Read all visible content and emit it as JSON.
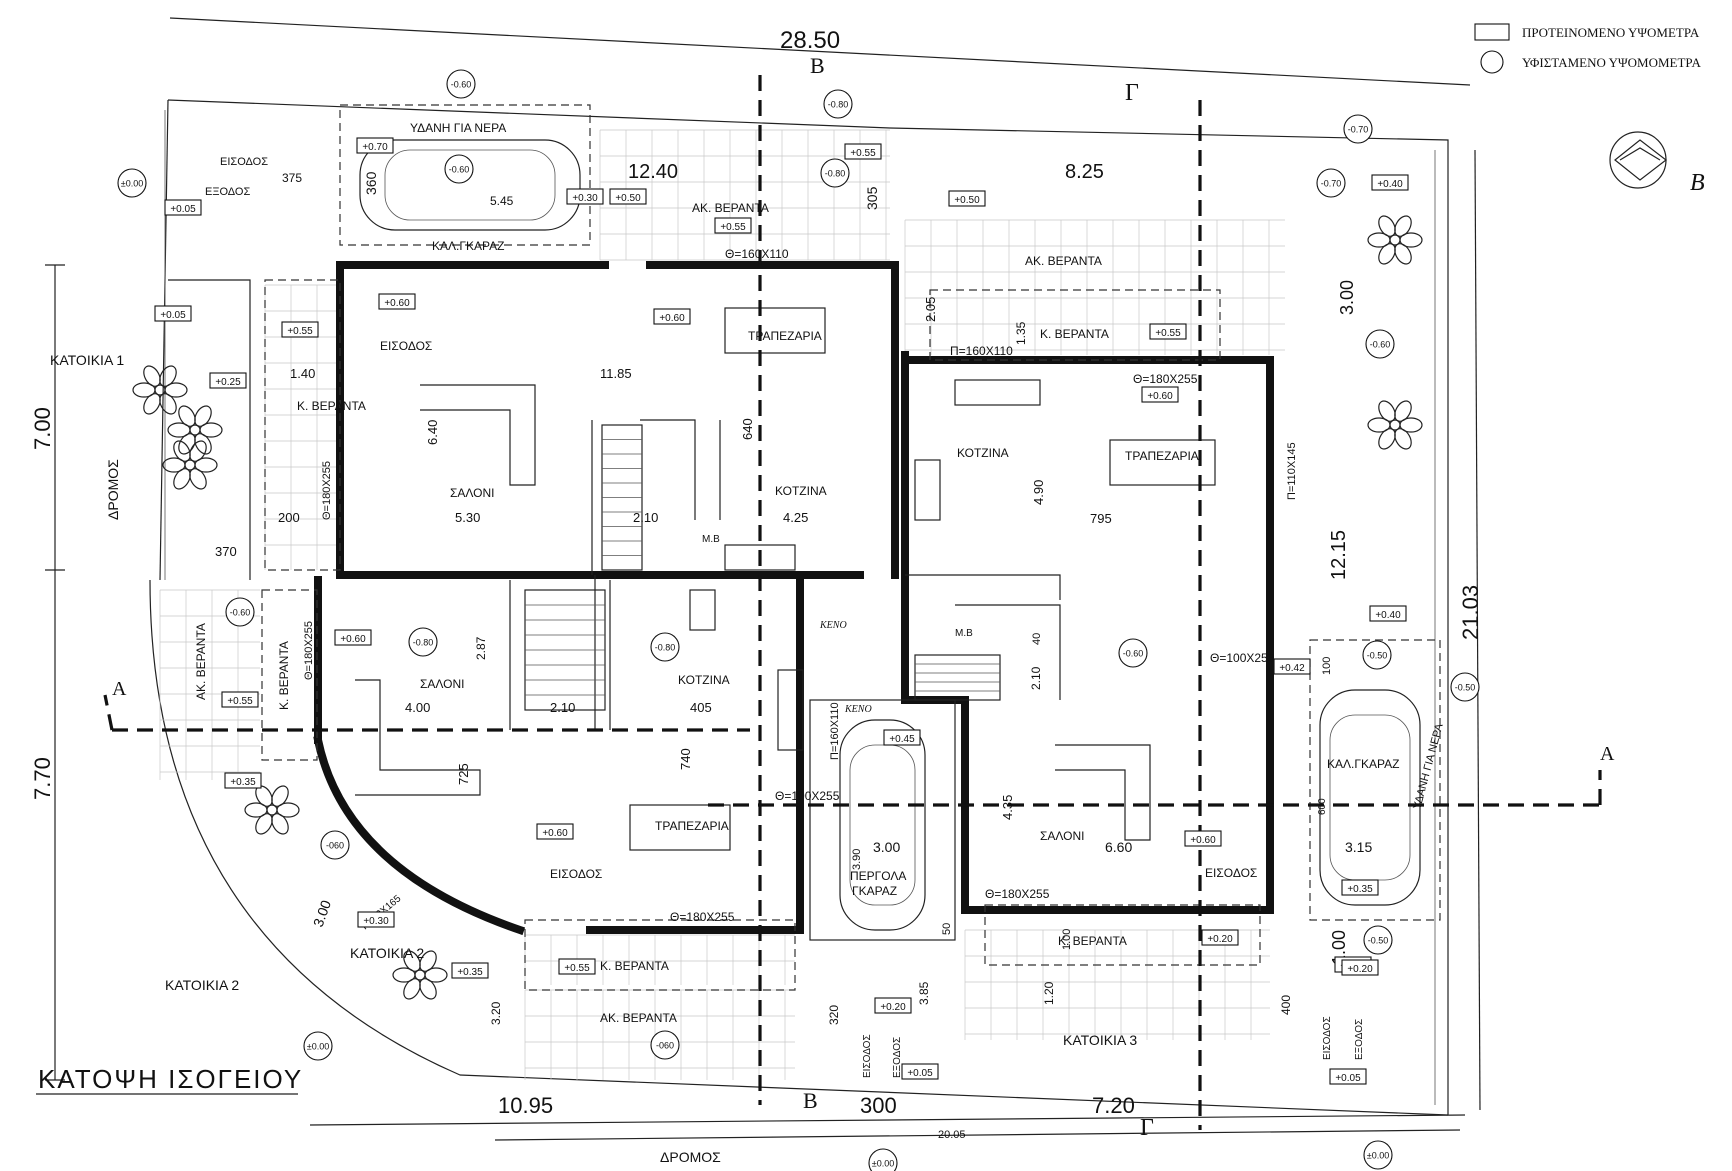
{
  "legend": {
    "proposed": "ΠΡΟΤΕΙΝΟΜΕΝΟ ΥΨΟΜΕΤΡΑ",
    "existing": "ΥΦΙΣΤΑΜΕΝΟ ΥΨΟΜΟΜΕΤΡΑ"
  },
  "title": "ΚΑΤΟΨΗ ΙΣΟΓΕΙΟΥ",
  "north_label": "Β",
  "sections": {
    "a": "A",
    "b": "B",
    "g": "Γ"
  },
  "dims": {
    "top_total": "28.50",
    "top_left": "12.40",
    "top_right": "8.25",
    "left_upper": "7.00",
    "left_lower": "7.70",
    "right_total": "21.03",
    "right_mid": "12.15",
    "right_top": "3.00",
    "right_bottom": "1.00",
    "bottom_left": "10.95",
    "bottom_mid": "300",
    "bottom_right": "7.20",
    "bottom_total": "20.05",
    "d_375": "375",
    "d_360": "360",
    "d_545": "5.45",
    "d_305": "305",
    "d_205": "2.05",
    "d_135": "1.35",
    "d_140": "1.40",
    "d_1185": "11.85",
    "d_640a": "6.40",
    "d_640b": "640",
    "d_530": "5.30",
    "d_200": "200",
    "d_370": "370",
    "d_210a": "2.10",
    "d_425": "4.25",
    "d_490": "4.90",
    "d_795": "795",
    "d_287": "2.87",
    "d_400": "4.00",
    "d_210b": "2.10",
    "d_405": "405",
    "d_725": "725",
    "d_740": "740",
    "d_300p": "3.00",
    "d_390": "3.90",
    "d_435": "4.35",
    "d_660": "6.60",
    "d_315": "3.15",
    "d_100": "100",
    "d_600": "600",
    "d_300s": "3.00",
    "d_320a": "3.20",
    "d_320b": "320",
    "d_385": "3.85",
    "d_400b": "400",
    "d_120": "1.20",
    "d_100b": "1.00",
    "d_210c": "2.10",
    "d_50": "50",
    "d_40": "40"
  },
  "labels": {
    "streets": {
      "left": "ΔΡΟΜΟΣ",
      "bottom": "ΔΡΟΜΟΣ"
    },
    "houses": {
      "h1": "ΚΑΤΟΙΚΙΑ 1",
      "h2a": "ΚΑΤΟΙΚΙΑ 2",
      "h2b": "ΚΑΤΟΙΚΙΑ 2",
      "h3": "ΚΑΤΟΙΚΙΑ 3"
    },
    "entrances": {
      "e1": "ΕΙΣΟΔΟΣ",
      "e2": "ΕΞΟΔΟΣ",
      "e3": "ΕΙΣΟΔΟΣ",
      "e4": "ΕΙΣΟΔΟΣ",
      "e5": "ΕΙΣΟΔΟΣ",
      "v1": "ΕΙΣΟΔΟΣ",
      "v2": "ΕΞΟΔΟΣ",
      "v3": "ΕΙΣΟΔΟΣ",
      "v4": "ΕΞΟΔΟΣ"
    },
    "rooms": {
      "water_tank_top": "ΥΔΑΝΗ ΓΙΑ ΝΕΡΑ",
      "garage_top": "ΚΑΛ.ΓΚΑΡΑΖ",
      "ver_top": "ΑΚ. ΒΕΡΑΝΤΑ",
      "ver_top_r": "ΑΚ. ΒΕΡΑΝΤΑ",
      "ver_k_r": "Κ. ΒΕΡΑΝΤΑ",
      "ver_k_l": "Κ. ΒΕΡΑΝΤΑ",
      "salon1": "ΣΑΛΟΝΙ",
      "dining1": "ΤΡΑΠΕΖΑΡΙΑ",
      "kitchen1": "ΚΟΤΖΙΝΑ",
      "kitchen3": "ΚΟΤΖΙΝΑ",
      "dining3": "ΤΡΑΠΕΖΑΡΙΑ",
      "ver_ak_l": "ΑΚ. ΒΕΡΑΝΤΑ",
      "ver_k_l2": "Κ. ΒΕΡΑΝΤΑ",
      "salon2": "ΣΑΛΟΝΙ",
      "kitchen2": "ΚΟΤΖΙΝΑ",
      "dining2": "ΤΡΑΠΕΖΑΡΙΑ",
      "pergola1": "ΠΕΡΓΟΛΑ",
      "pergola2": "ΓΚΑΡΑΖ",
      "salon3": "ΣΑΛΟΝΙ",
      "garage_right": "ΚΑΛ.ΓΚΑΡΑΖ",
      "water_tank_right": "ΥΔΑΝΗ ΓΙΑ ΝΕΡΑ",
      "ver_k_b": "Κ. ΒΕΡΑΝΤΑ",
      "ver_ak_b": "ΑΚ. ΒΕΡΑΝΤΑ",
      "ver_k_b3": "Κ. ΒΕΡΑΝΤΑ",
      "keno1": "ΚΕΝΟ",
      "keno2": "ΚΕΝΟ",
      "mb1": "Μ.Β",
      "mb2": "Μ.Β"
    },
    "openings": {
      "o1": "Θ=160Χ110",
      "o2": "Π=160Χ110",
      "o3": "Θ=180Χ255",
      "o4": "Π=110Χ145",
      "o5": "Θ=180Χ255",
      "o6": "Θ=180Χ255",
      "o7": "Π=160Χ110",
      "o8": "Θ=100Χ255",
      "o9": "Θ=100Χ255",
      "o10": "Π=80Χ165",
      "o11": "Θ=180Χ255",
      "o12": "Θ=180Χ255"
    }
  },
  "levels_boxed": [
    {
      "id": "b1",
      "t": "+0.70"
    },
    {
      "id": "b2",
      "t": "+0.05"
    },
    {
      "id": "b3",
      "t": "+0.30"
    },
    {
      "id": "b4",
      "t": "+0.50"
    },
    {
      "id": "b5",
      "t": "+0.55"
    },
    {
      "id": "b6",
      "t": "+0.55"
    },
    {
      "id": "b7",
      "t": "+0.50"
    },
    {
      "id": "b8",
      "t": "+0.40"
    },
    {
      "id": "b9",
      "t": "+0.60"
    },
    {
      "id": "b10",
      "t": "+0.55"
    },
    {
      "id": "b11",
      "t": "+0.60"
    },
    {
      "id": "b12",
      "t": "+0.55"
    },
    {
      "id": "b13",
      "t": "+0.05"
    },
    {
      "id": "b14",
      "t": "+0.25"
    },
    {
      "id": "b15",
      "t": "+0.60"
    },
    {
      "id": "b16",
      "t": "+0.60"
    },
    {
      "id": "b17",
      "t": "+0.55"
    },
    {
      "id": "b18",
      "t": "+0.40"
    },
    {
      "id": "b19",
      "t": "+0.42"
    },
    {
      "id": "b20",
      "t": "+0.35"
    },
    {
      "id": "b21",
      "t": "+0.45"
    },
    {
      "id": "b22",
      "t": "+0.60"
    },
    {
      "id": "b23",
      "t": "+0.60"
    },
    {
      "id": "b24",
      "t": "+0.30"
    },
    {
      "id": "b25",
      "t": "+0.35"
    },
    {
      "id": "b26",
      "t": "+0.35"
    },
    {
      "id": "b27",
      "t": "+0.55"
    },
    {
      "id": "b28",
      "t": "+0.20"
    },
    {
      "id": "b29",
      "t": "+0.05"
    },
    {
      "id": "b30",
      "t": "+0.20"
    },
    {
      "id": "b31",
      "t": "+0.55"
    },
    {
      "id": "b32",
      "t": "+0.20"
    },
    {
      "id": "b33",
      "t": "+0.05"
    }
  ],
  "levels_circled": [
    {
      "id": "c1",
      "t": "-0.60"
    },
    {
      "id": "c2",
      "t": "-0.80"
    },
    {
      "id": "c3",
      "t": "-0.70"
    },
    {
      "id": "c4",
      "t": "-0.60"
    },
    {
      "id": "c5",
      "t": "-0.80"
    },
    {
      "id": "c6",
      "t": "±0.00"
    },
    {
      "id": "c7",
      "t": "-0.70"
    },
    {
      "id": "c8",
      "t": "-0.60"
    },
    {
      "id": "c9",
      "t": "-0.60"
    },
    {
      "id": "c10",
      "t": "-0.80"
    },
    {
      "id": "c11",
      "t": "-0.80"
    },
    {
      "id": "c12",
      "t": "-0.60"
    },
    {
      "id": "c13",
      "t": "-0.50"
    },
    {
      "id": "c14",
      "t": "-0.50"
    },
    {
      "id": "c15",
      "t": "-0.50"
    },
    {
      "id": "c16",
      "t": "-060"
    },
    {
      "id": "c17",
      "t": "-060"
    },
    {
      "id": "c18",
      "t": "±0.00"
    },
    {
      "id": "c19",
      "t": "±0.00"
    },
    {
      "id": "c20",
      "t": "±0.00"
    },
    {
      "id": "c21",
      "t": "-0.60"
    }
  ]
}
